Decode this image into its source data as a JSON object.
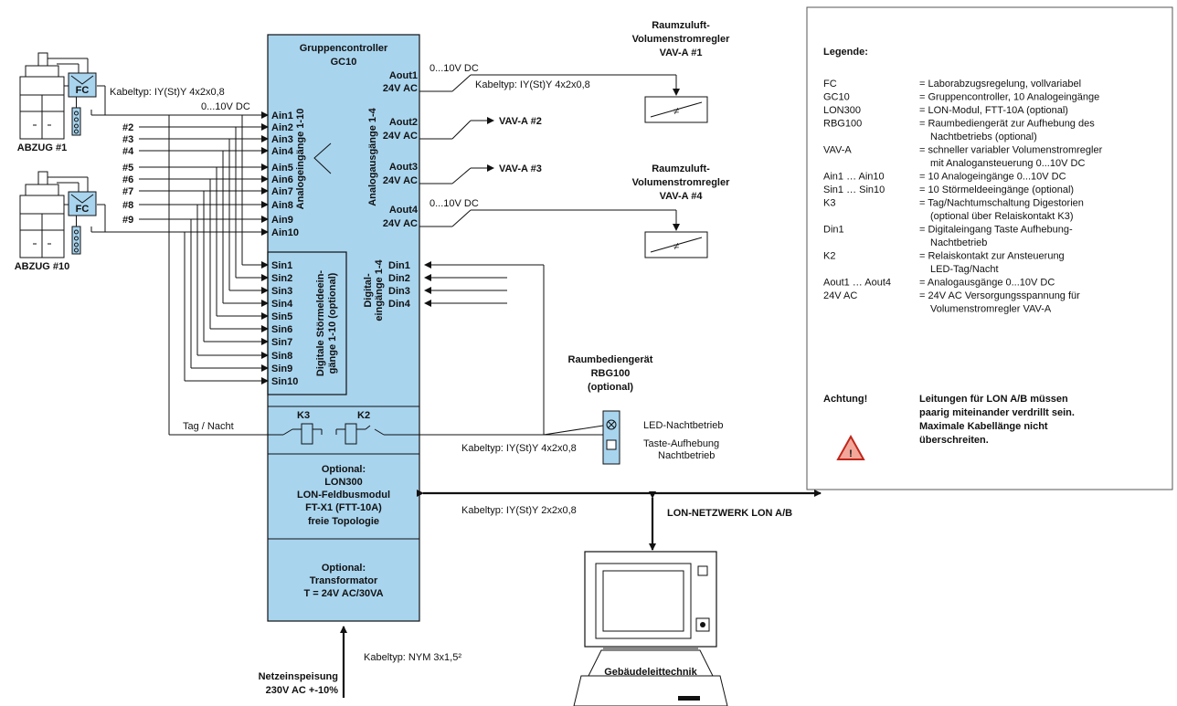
{
  "controller": {
    "title": "Gruppencontroller",
    "model": "GC10",
    "analog_inputs_label": "Analogeingänge 1-10",
    "analog_outputs_label": "Analogausgänge 1-4",
    "digital_fault_label_1": "Digitale Störmeldeein-",
    "digital_fault_label_2": "gänge 1-10 (optional)",
    "digital_inputs_label_1": "Digital-",
    "digital_inputs_label_2": "eingänge 1-4",
    "ain": [
      "Ain1",
      "Ain2",
      "Ain3",
      "Ain4",
      "Ain5",
      "Ain6",
      "Ain7",
      "Ain8",
      "Ain9",
      "Ain10"
    ],
    "sin": [
      "Sin1",
      "Sin2",
      "Sin3",
      "Sin4",
      "Sin5",
      "Sin6",
      "Sin7",
      "Sin8",
      "Sin9",
      "Sin10"
    ],
    "din": [
      "Din1",
      "Din2",
      "Din3",
      "Din4"
    ],
    "aout": [
      "Aout1",
      "Aout2",
      "Aout3",
      "Aout4"
    ],
    "ac24": "24V AC",
    "k3": "K3",
    "k2": "K2",
    "lon_module": [
      "Optional:",
      "LON300",
      "LON-Feldbusmodul",
      "FT-X1 (FTT-10A)",
      "freie Topologie"
    ],
    "transformer": [
      "Optional:",
      "Transformator",
      "T = 24V AC/30VA"
    ]
  },
  "fume_hoods": {
    "fc": "FC",
    "hood1": "ABZUG #1",
    "hood10": "ABZUG #10",
    "numbers": [
      "#2",
      "#3",
      "#4",
      "#5",
      "#6",
      "#7",
      "#8",
      "#9"
    ]
  },
  "labels": {
    "cable_ain": "Kabeltyp: IY(St)Y 4x2x0,8",
    "signal_ain": "0...10V DC",
    "signal_aout": "0...10V DC",
    "cable_aout": "Kabeltyp: IY(St)Y 4x2x0,8",
    "vav_title_1": [
      "Raumzuluft-",
      "Volumenstromregler",
      "VAV-A #1"
    ],
    "vav2": "VAV-A #2",
    "vav3": "VAV-A #3",
    "vav_title_4": [
      "Raumzuluft-",
      "Volumenstromregler",
      "VAV-A #4"
    ],
    "tag_nacht": "Tag / Nacht",
    "rbg_title": [
      "Raumbediengerät",
      "RBG100",
      "(optional)"
    ],
    "led": "LED-Nachtbetrieb",
    "taste": [
      "Taste-Aufhebung",
      "Nachtbetrieb"
    ],
    "cable_rbg": "Kabeltyp: IY(St)Y 4x2x0,8",
    "cable_lon": "Kabeltyp: IY(St)Y 2x2x0,8",
    "lon_network": "LON-NETZWERK  LON A/B",
    "bms": "Gebäudeleittechnik",
    "cable_power": "Kabeltyp: NYM 3x1,5²",
    "power": [
      "Netzeinspeisung",
      "230V AC +-10%"
    ]
  },
  "legend": {
    "title": "Legende:",
    "entries": [
      {
        "k": "FC",
        "v": [
          "= Laborabzugsregelung, vollvariabel"
        ]
      },
      {
        "k": "GC10",
        "v": [
          "= Gruppencontroller, 10 Analogeingänge"
        ]
      },
      {
        "k": "LON300",
        "v": [
          "= LON-Modul, FTT-10A (optional)"
        ]
      },
      {
        "k": "RBG100",
        "v": [
          "= Raumbediengerät zur Aufhebung des",
          "Nachtbetriebs (optional)"
        ]
      },
      {
        "k": "VAV-A",
        "v": [
          "= schneller variabler Volumenstromregler",
          "mit Analogansteuerung 0...10V DC"
        ]
      },
      {
        "k": "Ain1 … Ain10",
        "v": [
          "= 10 Analogeingänge 0...10V DC"
        ]
      },
      {
        "k": "Sin1 … Sin10",
        "v": [
          "= 10 Störmeldeeingänge (optional)"
        ]
      },
      {
        "k": "K3",
        "v": [
          "= Tag/Nachtumschaltung Digestorien",
          " (optional über Relaiskontakt K3)"
        ]
      },
      {
        "k": "Din1",
        "v": [
          "= Digitaleingang Taste Aufhebung-",
          "Nachtbetrieb"
        ]
      },
      {
        "k": "K2",
        "v": [
          "= Relaiskontakt zur Ansteuerung",
          "LED-Tag/Nacht"
        ]
      },
      {
        "k": "Aout1 … Aout4",
        "v": [
          "= Analogausgänge 0...10V DC"
        ]
      },
      {
        "k": "24V AC",
        "v": [
          "= 24V AC Versorgungsspannung für",
          "Volumenstromregler VAV-A"
        ]
      }
    ],
    "achtung": "Achtung!",
    "warning": [
      "Leitungen für LON A/B müssen",
      "paarig miteinander verdrillt sein.",
      "Maximale Kabellänge nicht",
      "überschreiten."
    ]
  }
}
